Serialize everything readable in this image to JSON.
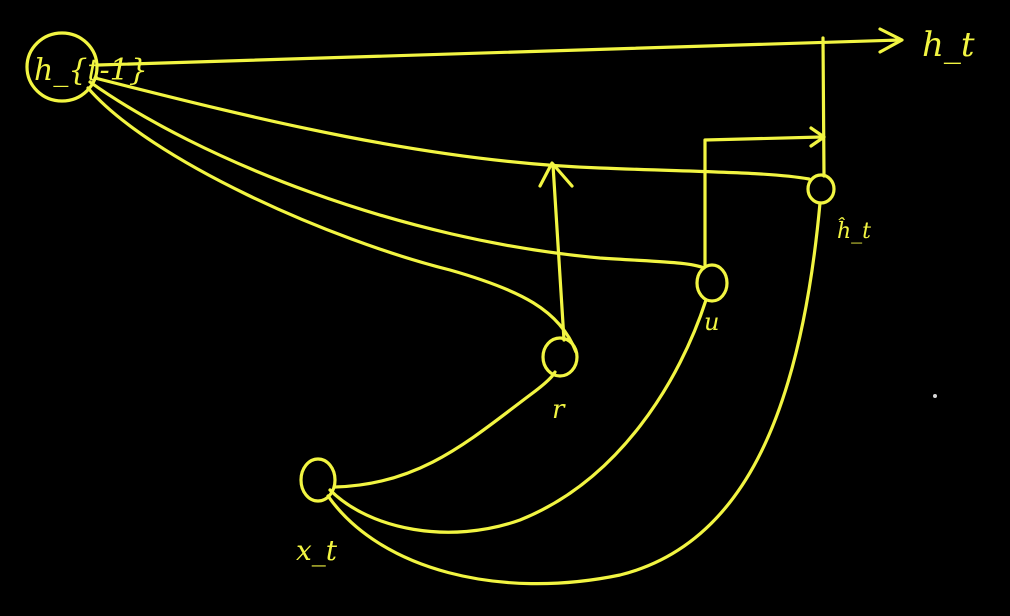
{
  "diagram": {
    "colors": {
      "background": "#000000",
      "ink": "#f2f542"
    },
    "nodes": {
      "h_prev": {
        "label": "h_{t-1}"
      },
      "x_t": {
        "label": "x_t"
      },
      "r_gate": {
        "label": "r"
      },
      "u_gate": {
        "label": "u"
      },
      "h_candidate": {
        "label": "ĥ_t"
      }
    },
    "output": {
      "label": "h_t"
    }
  }
}
